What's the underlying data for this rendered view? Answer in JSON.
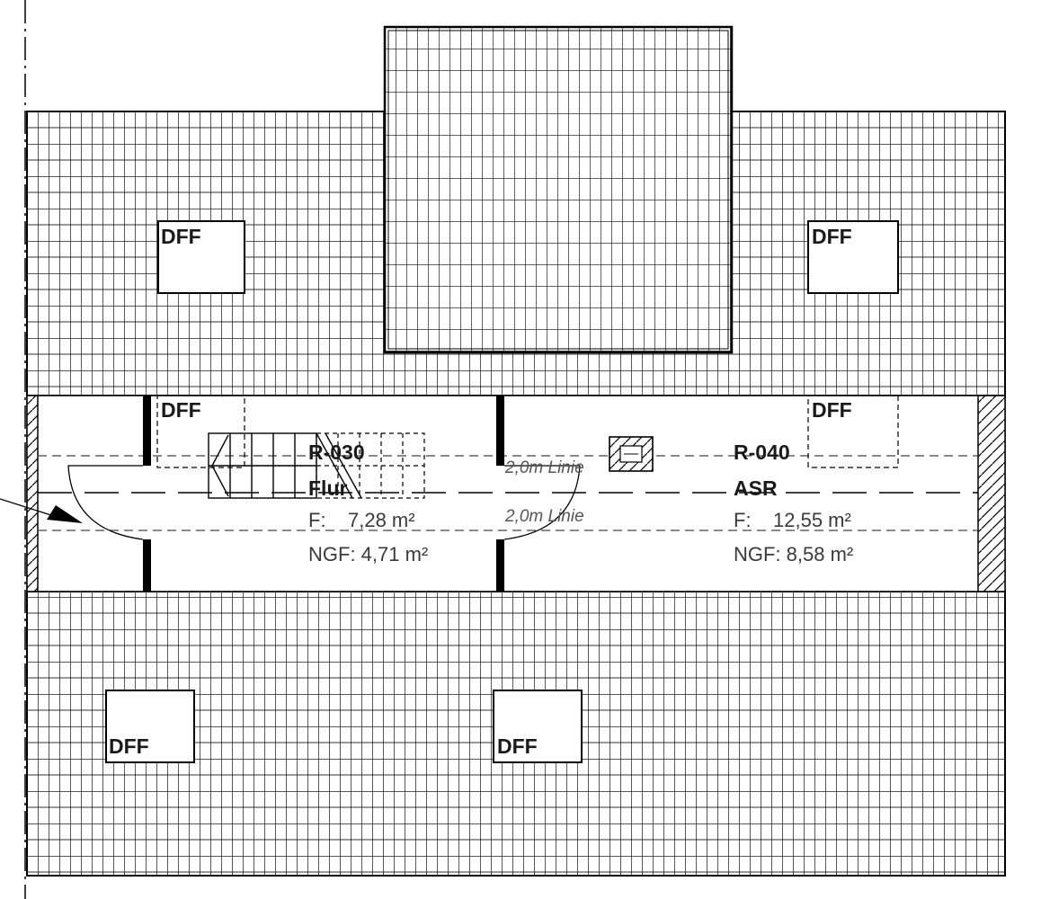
{
  "windows": {
    "top_left": "DFF",
    "top_right": "DFF",
    "mid_left": "DFF",
    "mid_right": "DFF",
    "bottom_left": "DFF",
    "bottom_center": "DFF"
  },
  "rooms": {
    "r030": {
      "id": "R-030",
      "name": "Flur",
      "area": "F:    7,28 m²",
      "ngf": "NGF: 4,71 m²"
    },
    "r040": {
      "id": "R-040",
      "name": "ASR",
      "area": "F:    12,55 m²",
      "ngf": "NGF: 8,58 m²"
    }
  },
  "lines": {
    "upper": "2,0m Linie",
    "lower": "2,0m Linie"
  },
  "colors": {
    "stroke": "#000000",
    "background": "#ffffff",
    "text": "#2b2b2b"
  }
}
